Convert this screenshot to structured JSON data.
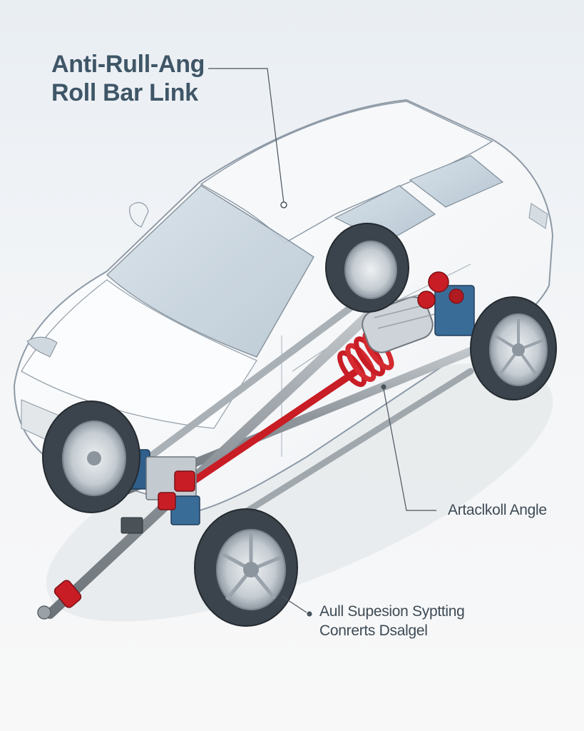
{
  "labels": {
    "title_line1": "Anti-Rull-Ang",
    "title_line2": "Roll Bar Link",
    "angle_label": "Artaclkoll Angle",
    "system_line1": "Aull Supesion Syptting",
    "system_line2": "Conrerts Dsalgel"
  },
  "colors": {
    "car_outline": "#8e9aa6",
    "glass": "#c9d6e0",
    "tire": "#3b444c",
    "rim": "#c7cdd3",
    "bar_red": "#c81d25",
    "steel": "#8f969c",
    "suspension_blue": "#2f5f8a",
    "leader_line": "#4a545c",
    "title_text": "#3f5667"
  }
}
